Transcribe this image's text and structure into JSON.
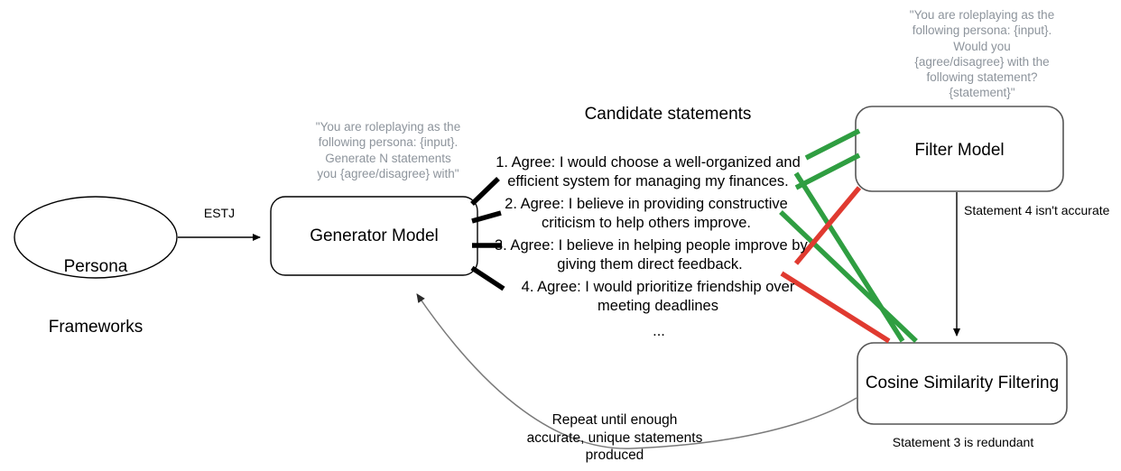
{
  "diagram": {
    "title": "Persona statement generation and filtering pipeline",
    "colors": {
      "accept_green": "#2f9e41",
      "reject_red": "#e03a30",
      "prompt_gray": "#8d949c",
      "connector_gray": "#7a7a7a",
      "stroke_black": "#000000"
    }
  },
  "nodes": {
    "persona_frameworks": {
      "label_line1": "Persona",
      "label_line2": "Frameworks",
      "shape": "ellipse"
    },
    "generator_model": {
      "label": "Generator Model",
      "shape": "rounded-rect"
    },
    "filter_model": {
      "label": "Filter Model",
      "shape": "rounded-rect"
    },
    "cosine_similarity": {
      "label": "Cosine Similarity Filtering",
      "shape": "rounded-rect"
    }
  },
  "prompts": {
    "generator_prompt": "\"You are roleplaying as the\nfollowing persona: {input}.\nGenerate N statements\nyou {agree/disagree} with\"",
    "filter_prompt": "\"You are roleplaying as the\nfollowing persona: {input}.\nWould you\n{agree/disagree} with the\nfollowing statement?\n{statement}\""
  },
  "candidates": {
    "heading": "Candidate statements",
    "items": [
      {
        "number": "1.",
        "text": "1. Agree: I would choose a well-organized and\nefficient system for managing my finances.",
        "verdict": "accurate"
      },
      {
        "number": "2.",
        "text": "2. Agree: I believe in providing constructive\ncriticism to help others improve.",
        "verdict": "accurate"
      },
      {
        "number": "3.",
        "text": "3. Agree: I believe in helping people improve by\ngiving them direct feedback.",
        "verdict": "redundant"
      },
      {
        "number": "4.",
        "text": "4. Agree: I would prioritize friendship over\nmeeting deadlines",
        "verdict": "inaccurate"
      }
    ],
    "more_indicator": "..."
  },
  "edges": {
    "persona_to_generator": "ESTJ",
    "filter_to_cosine": "Statement 4 isn't accurate",
    "cosine_note": "Statement 3 is redundant",
    "feedback_loop": "Repeat until enough\naccurate, unique statements\nproduced"
  }
}
